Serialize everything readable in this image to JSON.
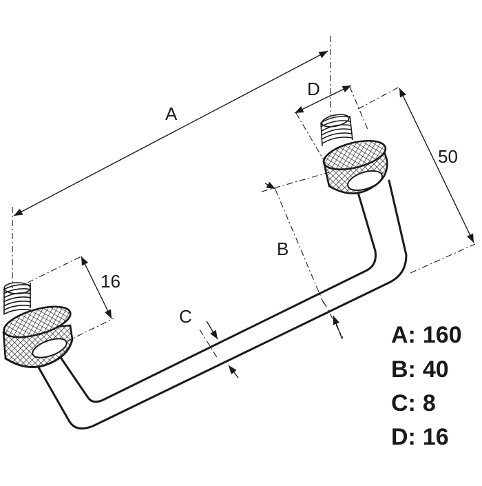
{
  "dimensions": {
    "a": "A",
    "b": "B",
    "c": "C",
    "d": "D",
    "fifty": "50",
    "sixteen": "16"
  },
  "legend": [
    {
      "key": "A:",
      "value": "160"
    },
    {
      "key": "B:",
      "value": "40"
    },
    {
      "key": "C:",
      "value": "8"
    },
    {
      "key": "D:",
      "value": "16"
    }
  ]
}
